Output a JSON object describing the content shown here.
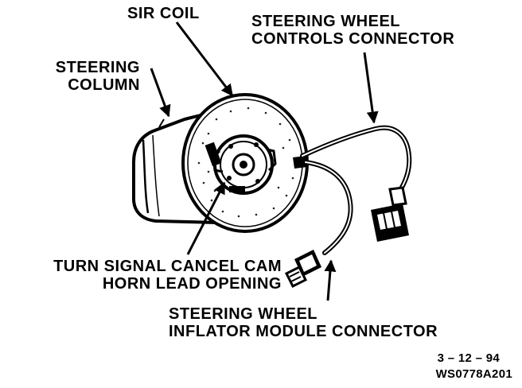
{
  "labels": {
    "sir_coil": "SIR COIL",
    "steering_column_1": "STEERING",
    "steering_column_2": "COLUMN",
    "controls_connector_1": "STEERING WHEEL",
    "controls_connector_2": "CONTROLS CONNECTOR",
    "turn_signal_cam": "TURN SIGNAL CANCEL CAM",
    "horn_lead_opening": "HORN LEAD OPENING",
    "inflator_connector_1": "STEERING WHEEL",
    "inflator_connector_2": "INFLATOR MODULE CONNECTOR"
  },
  "footer": {
    "date": "3 – 12 – 94",
    "figure_id": "WS0778A201"
  }
}
